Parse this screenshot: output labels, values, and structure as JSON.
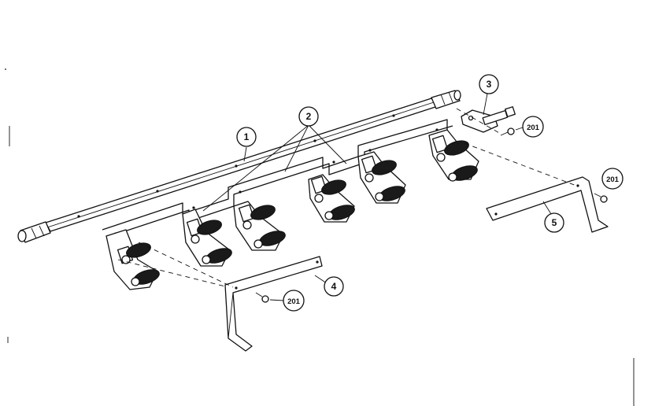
{
  "callouts": {
    "c1": "1",
    "c2": "2",
    "c3": "3",
    "c4": "4",
    "c5": "5",
    "c201a": "201",
    "c201b": "201",
    "c201c": "201"
  }
}
